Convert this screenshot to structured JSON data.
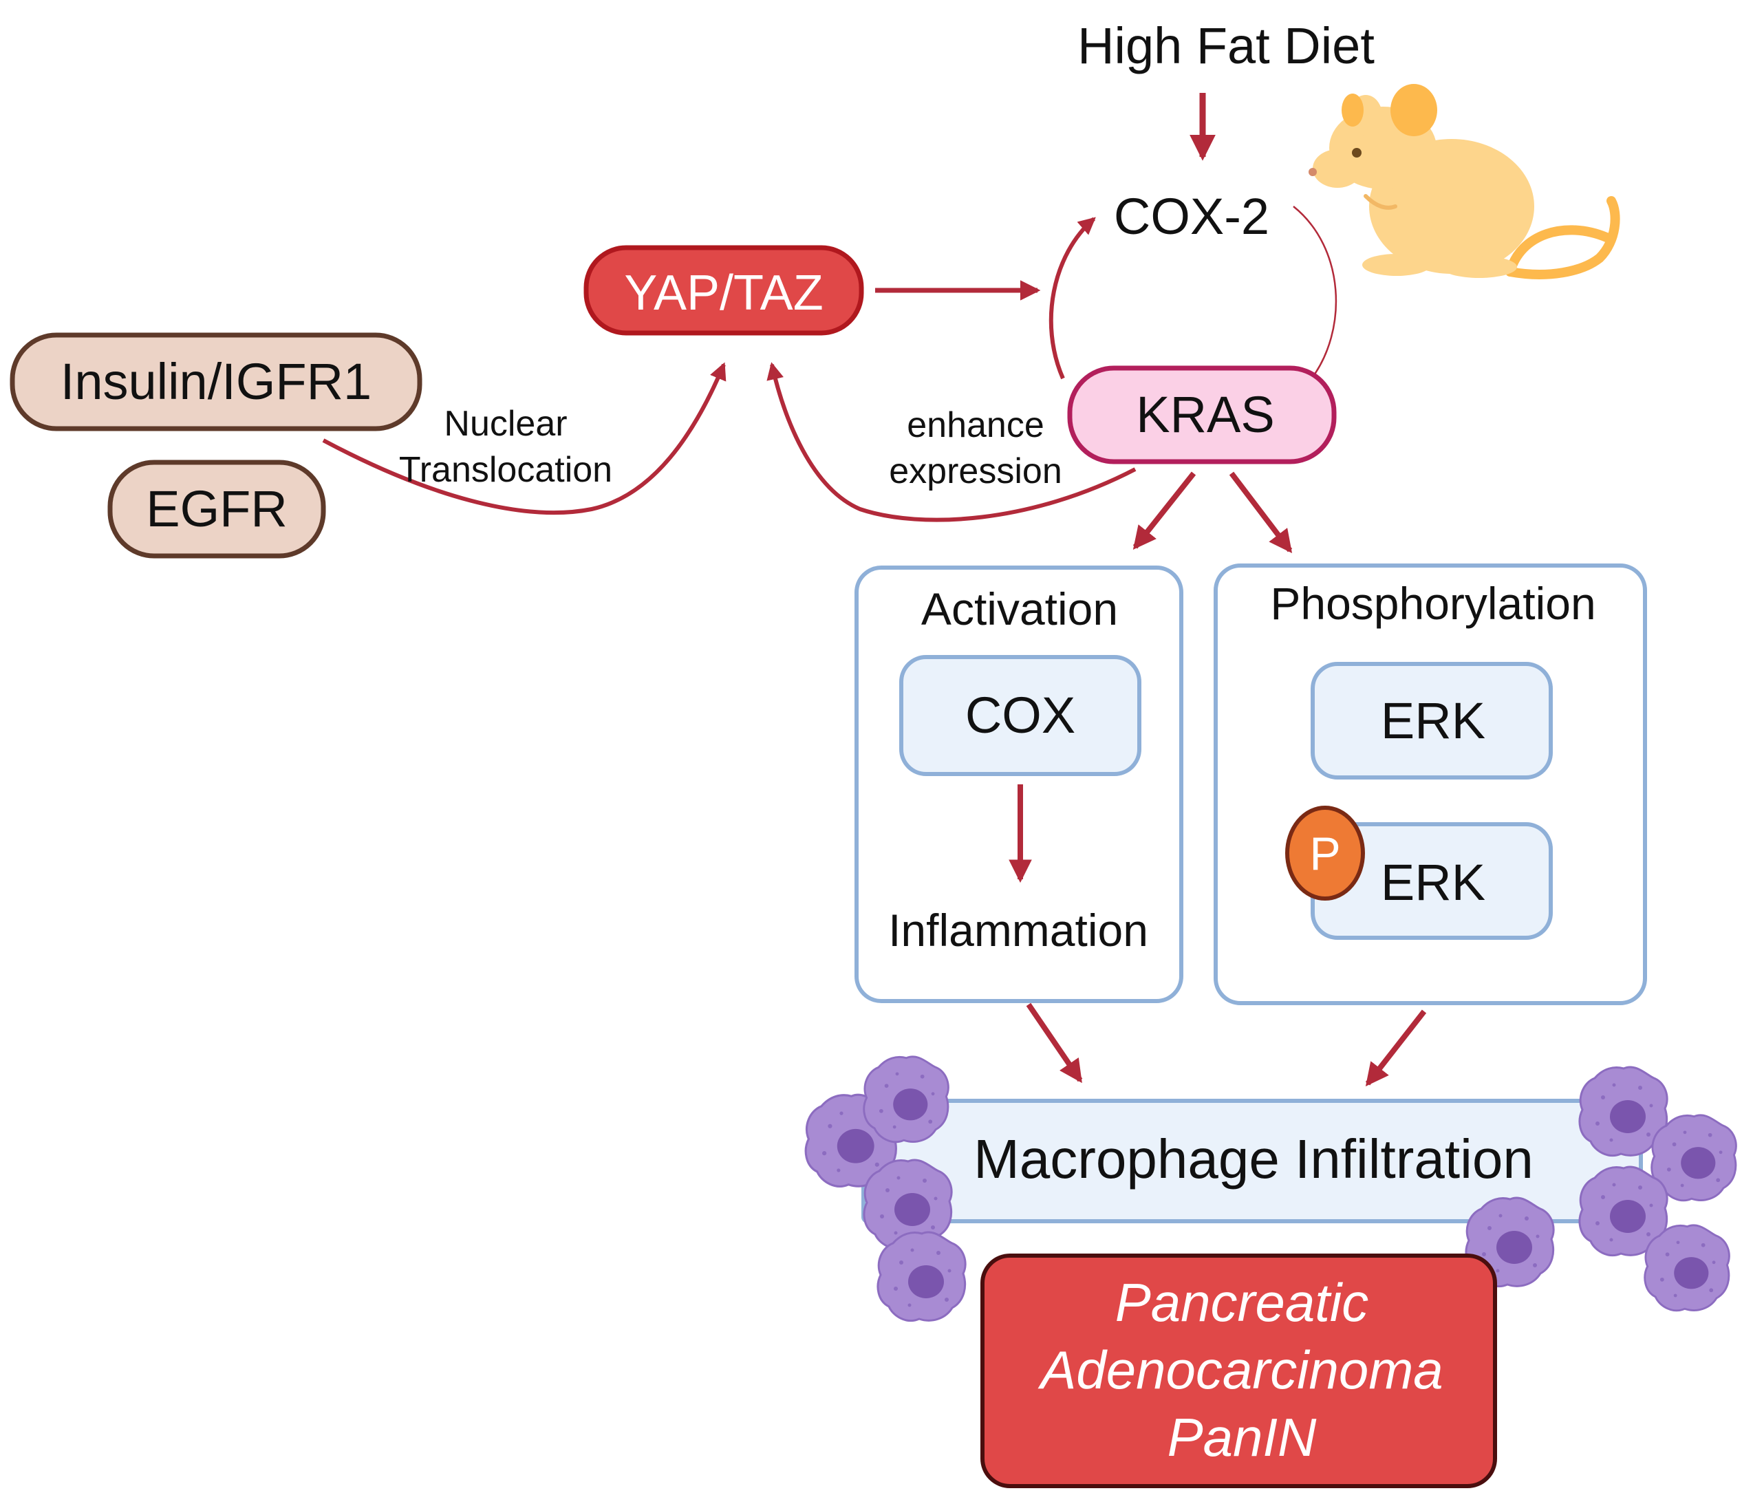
{
  "nodes": {
    "high_fat_diet": "High Fat Diet",
    "cox2": "COX-2",
    "yap_taz": "YAP/TAZ",
    "insulin": "Insulin/IGFR1",
    "egfr": "EGFR",
    "kras": "KRAS",
    "activation_title": "Activation",
    "cox": "COX",
    "inflammation": "Inflammation",
    "phosphorylation_title": "Phosphorylation",
    "erk": "ERK",
    "p_erk": "ERK",
    "phospho_badge": "P",
    "macrophage": "Macrophage Infiltration",
    "outcome_line1": "Pancreatic",
    "outcome_line2": "Adenocarcinoma",
    "outcome_line3": "PanIN"
  },
  "edge_labels": {
    "nuclear_1": "Nuclear",
    "nuclear_2": "Translocation",
    "enhance_1": "enhance",
    "enhance_2": "expression"
  },
  "icons": [
    "mouse-icon",
    "macrophage-icon",
    "phospho-icon"
  ],
  "colors": {
    "arrow": "#b22a3a",
    "yap_fill": "#e04848",
    "yap_stroke": "#b0181e",
    "receptor_fill": "#ecd3c6",
    "receptor_stroke": "#5e3a2a",
    "kras_fill": "#fbd0e6",
    "kras_stroke": "#b21f5c",
    "box_stroke": "#8fb0d8",
    "box_fill": "#eaf2fb",
    "phospho": "#ee7a34",
    "outcome_fill": "#e04848",
    "mouse": "#fdd58c",
    "macrophage": "#a88bd3",
    "macrophage_nucleus": "#7a55ad"
  }
}
